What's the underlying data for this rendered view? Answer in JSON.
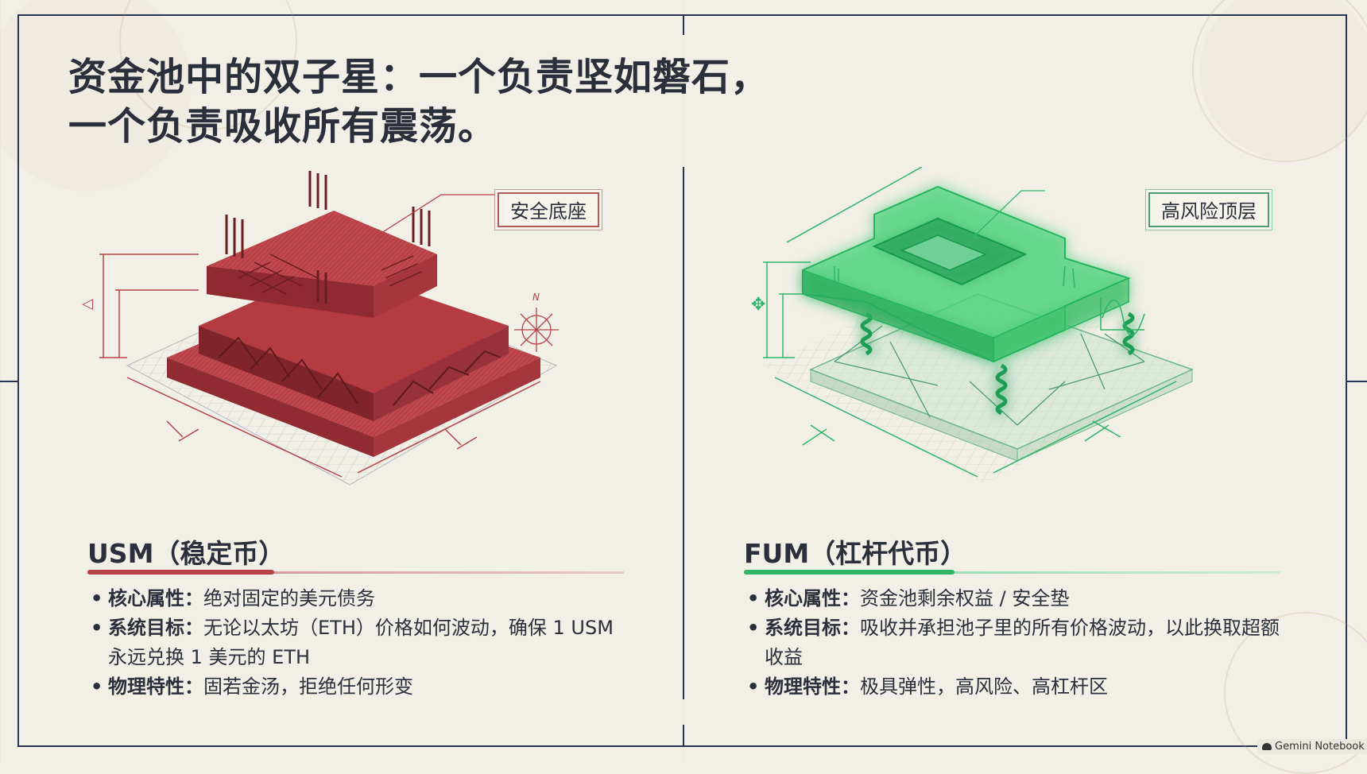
{
  "title": {
    "line1": "资金池中的双子星：一个负责坚如磐石，",
    "line2": "一个负责吸收所有震荡。"
  },
  "left": {
    "tag": "安全底座",
    "heading": "USM（稳定币）",
    "accent": "#b8424a",
    "points": [
      {
        "label": "核心属性：",
        "text": "绝对固定的美元债务"
      },
      {
        "label": "系统目标：",
        "text": "无论以太坊（ETH）价格如何波动，确保 1 USM 永远兑换 1 美元的 ETH"
      },
      {
        "label": "物理特性：",
        "text": "固若金汤，拒绝任何形变"
      }
    ]
  },
  "right": {
    "tag": "高风险顶层",
    "heading": "FUM（杠杆代币）",
    "accent": "#2fb56a",
    "points": [
      {
        "label": "核心属性：",
        "text": "资金池剩余权益 / 安全垫"
      },
      {
        "label": "系统目标：",
        "text": "吸收并承担池子里的所有价格波动，以此换取超额收益"
      },
      {
        "label": "物理特性：",
        "text": "极具弹性，高风险、高杠杆区"
      }
    ]
  },
  "watermark": "Gemini Notebook",
  "compass_label": "N"
}
